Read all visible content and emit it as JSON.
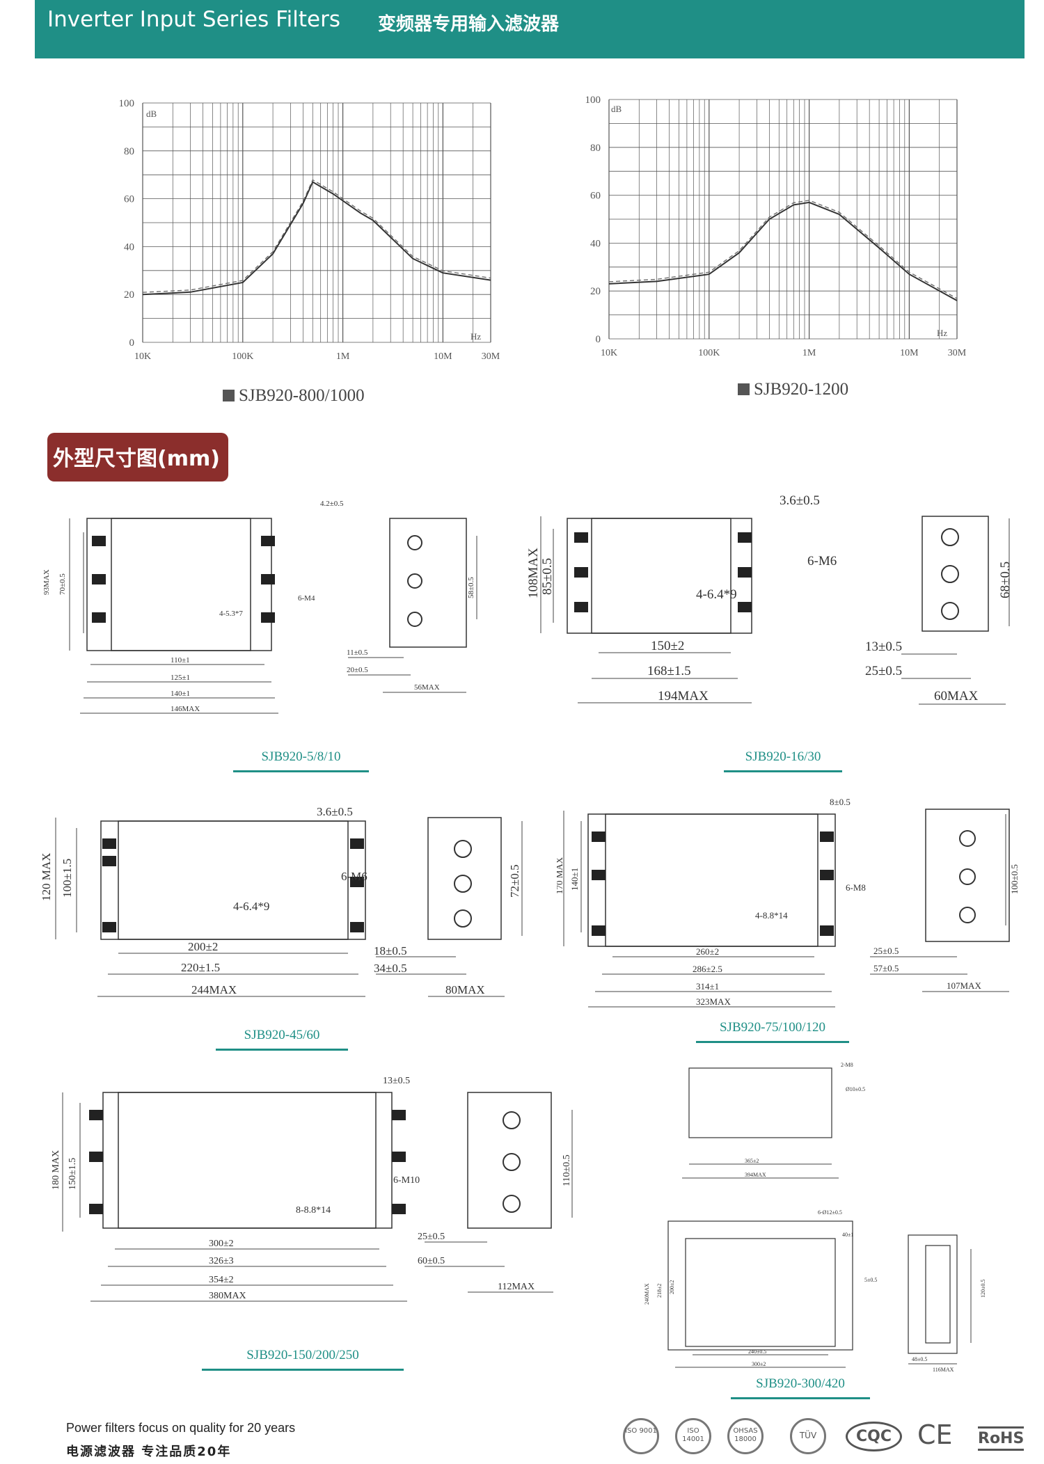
{
  "header": {
    "title_en": "Inverter Input Series Filters",
    "title_cn": "变频器专用输入滤波器"
  },
  "chart_data": [
    {
      "type": "line",
      "title": "",
      "ylabel": "dB",
      "xlabel": "Hz",
      "x_ticks": [
        "10K",
        "100K",
        "1M",
        "10M",
        "30M"
      ],
      "y_ticks": [
        "0",
        "20",
        "40",
        "60",
        "80",
        "100"
      ],
      "ylim": [
        0,
        100
      ],
      "grid": true,
      "series": [
        {
          "x_hz": [
            10000,
            30000,
            100000,
            200000,
            400000,
            500000,
            800000,
            1500000,
            2000000,
            5000000,
            10000000,
            30000000
          ],
          "y_db": [
            20,
            21,
            25,
            37,
            58,
            67,
            62,
            54,
            51,
            35,
            29,
            26
          ]
        }
      ],
      "caption": "SJB920-800/1000"
    },
    {
      "type": "line",
      "title": "",
      "ylabel": "dB",
      "xlabel": "Hz",
      "x_ticks": [
        "10K",
        "100K",
        "1M",
        "10M",
        "30M"
      ],
      "y_ticks": [
        "0",
        "20",
        "40",
        "60",
        "80",
        "100"
      ],
      "ylim": [
        0,
        100
      ],
      "grid": true,
      "series": [
        {
          "x_hz": [
            10000,
            30000,
            100000,
            200000,
            400000,
            700000,
            1000000,
            2000000,
            5000000,
            10000000,
            30000000
          ],
          "y_db": [
            23,
            24,
            27,
            36,
            50,
            56,
            57,
            52,
            38,
            27,
            16
          ]
        }
      ],
      "caption": "SJB920-1200"
    }
  ],
  "dim_title": "外型尺寸图(mm)",
  "drawings": {
    "d1": {
      "model": "SJB920-5/8/10",
      "dims": [
        "4.2±0.5",
        "93MAX",
        "70±0.5",
        "6-M4",
        "4-5.3*7",
        "110±1",
        "125±1",
        "140±1",
        "146MAX",
        "58±0.5",
        "11±0.5",
        "20±0.5",
        "56MAX"
      ]
    },
    "d2": {
      "model": "SJB920-16/30",
      "dims": [
        "3.6±0.5",
        "108MAX",
        "85±0.5",
        "6-M6",
        "4-6.4*9",
        "150±2",
        "168±1.5",
        "194MAX",
        "68±0.5",
        "13±0.5",
        "25±0.5",
        "60MAX"
      ]
    },
    "d3": {
      "model": "SJB920-45/60",
      "dims": [
        "3.6±0.5",
        "120 MAX",
        "100±1.5",
        "6-M6",
        "4-6.4*9",
        "200±2",
        "220±1.5",
        "244MAX",
        "72±0.5",
        "18±0.5",
        "34±0.5",
        "80MAX"
      ]
    },
    "d4": {
      "model": "SJB920-75/100/120",
      "dims": [
        "8±0.5",
        "170 MAX",
        "140±1",
        "6-M8",
        "4-8.8*14",
        "260±2",
        "286±2.5",
        "314±1",
        "323MAX",
        "100±0.5",
        "25±0.5",
        "57±0.5",
        "107MAX"
      ]
    },
    "d5": {
      "model": "SJB920-150/200/250",
      "dims": [
        "13±0.5",
        "180 MAX",
        "150±1.5",
        "6-M10",
        "8-8.8*14",
        "300±2",
        "326±3",
        "354±2",
        "380MAX",
        "110±0.5",
        "25±0.5",
        "60±0.5",
        "112MAX"
      ]
    },
    "d6": {
      "model": "SJB920-300/420",
      "dims": [
        "2-M8",
        "Ø10±0.5",
        "365±2",
        "394MAX",
        "6-Ø12±0.5",
        "240MAX",
        "218±2",
        "200±2",
        "40±1",
        "5±0.5",
        "240±0.5",
        "300±2",
        "48±0.5",
        "120±0.5",
        "116MAX"
      ]
    }
  },
  "footer": {
    "en": "Power filters focus on quality for 20 years",
    "cn": "电源滤波器  专注品质20年"
  },
  "certs": [
    {
      "label": "ISO 9001"
    },
    {
      "label": "ISO 14001"
    },
    {
      "label": "OHSAS 18000"
    },
    {
      "label": "TÜV"
    },
    {
      "label": "CQC"
    },
    {
      "label": "CE"
    },
    {
      "label": "RoHS"
    }
  ]
}
